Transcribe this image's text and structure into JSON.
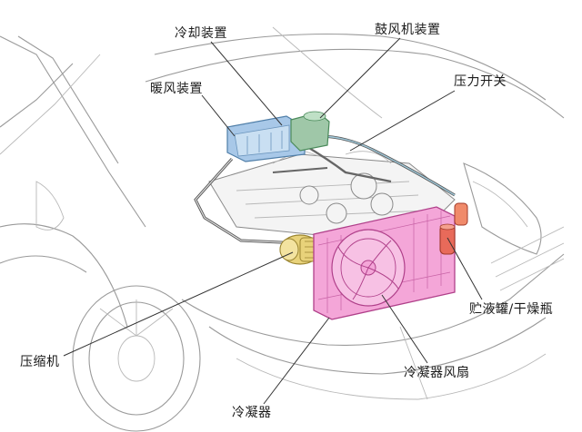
{
  "labels": {
    "cooling_unit": "冷却装置",
    "blower_unit": "鼓风机装置",
    "heater_unit": "暖风装置",
    "pressure_switch": "压力开关",
    "receiver_drier": "贮液罐/干燥瓶",
    "compressor": "压缩机",
    "condenser_fan": "冷凝器风扇",
    "condenser": "冷凝器"
  },
  "colors": {
    "cooling_unit": "#a8c8e8",
    "blower_unit": "#9fc7a8",
    "condenser": "#f4a6d8",
    "compressor": "#e8d27a",
    "receiver_drier": "#e86a5a",
    "car_outline": "#9a9a9a"
  }
}
